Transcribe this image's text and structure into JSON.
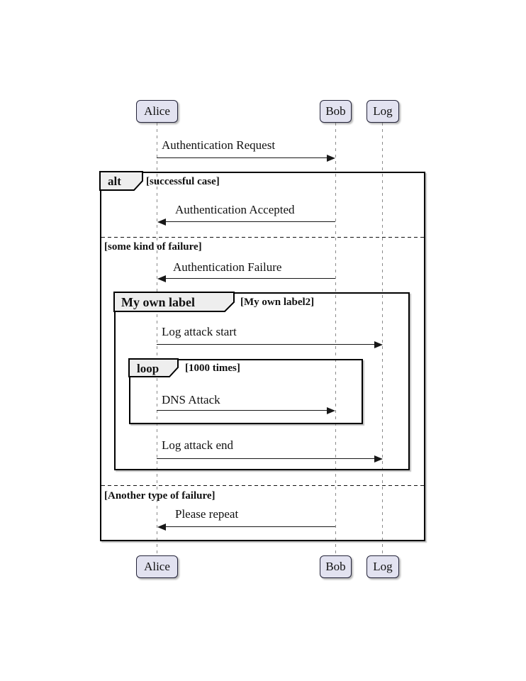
{
  "participants": [
    {
      "name": "Alice"
    },
    {
      "name": "Bob"
    },
    {
      "name": "Log"
    }
  ],
  "messages": [
    {
      "label": "Authentication Request",
      "from": "Alice",
      "to": "Bob"
    },
    {
      "label": "Authentication Accepted",
      "from": "Bob",
      "to": "Alice"
    },
    {
      "label": "Authentication Failure",
      "from": "Bob",
      "to": "Alice"
    },
    {
      "label": "Log attack start",
      "from": "Alice",
      "to": "Log"
    },
    {
      "label": "DNS Attack",
      "from": "Alice",
      "to": "Bob"
    },
    {
      "label": "Log attack end",
      "from": "Alice",
      "to": "Log"
    },
    {
      "label": "Please repeat",
      "from": "Bob",
      "to": "Alice"
    }
  ],
  "frames": {
    "alt": {
      "keyword": "alt",
      "sections": [
        "[successful case]",
        "[some kind of failure]",
        "[Another type of failure]"
      ]
    },
    "group": {
      "keyword": "My own label",
      "guard": "[My own label2]"
    },
    "loop": {
      "keyword": "loop",
      "guard": "[1000 times]"
    }
  },
  "colors": {
    "participant_fill": "#E2E2F0",
    "frame_tab_fill": "#EEEEEE",
    "line_color": "#181818",
    "lifeline_color": "#8A8A8A",
    "background": "#FFFFFF"
  }
}
